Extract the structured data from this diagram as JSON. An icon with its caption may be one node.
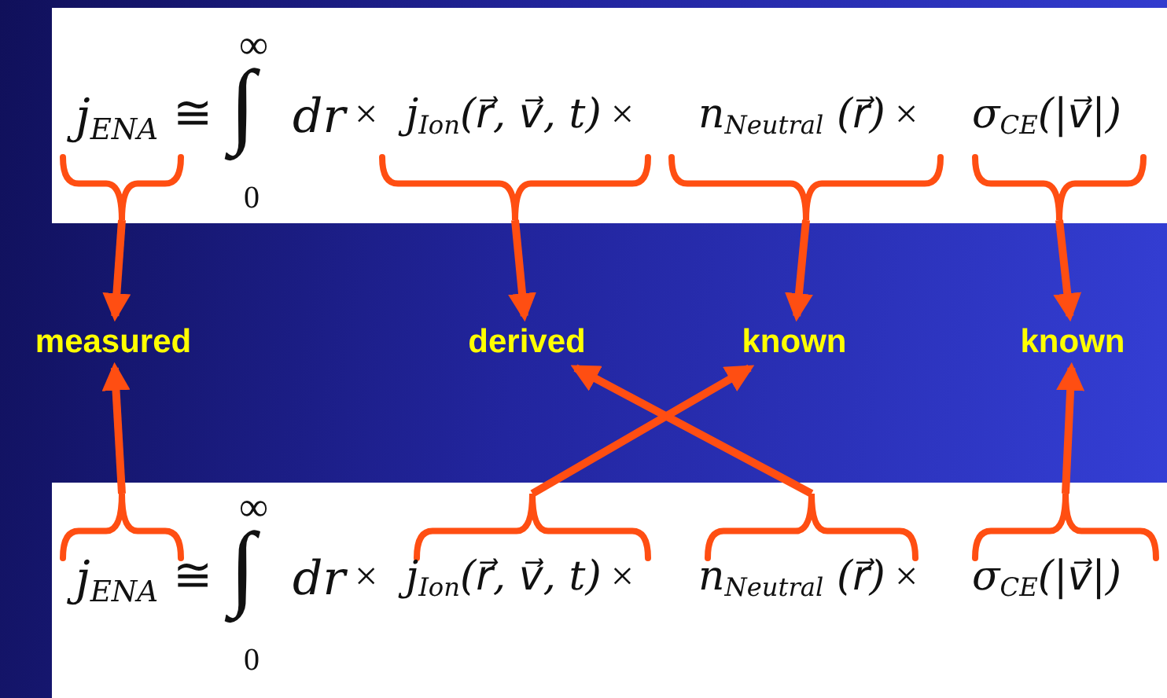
{
  "diagram": {
    "nodes": [
      {
        "text": [],
        "shape": "brace"
      },
      {
        "text": [],
        "shape": "brace"
      },
      {
        "text": [],
        "shape": "brace"
      },
      {
        "text": [],
        "shape": "brace"
      },
      {
        "text": [
          "measured"
        ]
      },
      {
        "text": [
          "derived"
        ]
      },
      {
        "text": [
          "known"
        ]
      },
      {
        "text": [
          "known"
        ]
      },
      {
        "text": [],
        "shape": "brace"
      },
      {
        "text": [],
        "shape": "brace"
      },
      {
        "text": [],
        "shape": "brace"
      },
      {
        "text": [],
        "shape": "brace"
      }
    ],
    "edges": [
      {
        "from": 0,
        "to": 4,
        "arrow": "to"
      },
      {
        "from": 1,
        "to": 5,
        "arrow": "to"
      },
      {
        "from": 2,
        "to": 6,
        "arrow": "to"
      },
      {
        "from": 3,
        "to": 7,
        "arrow": "to"
      },
      {
        "from": 8,
        "to": 4,
        "arrow": "to"
      },
      {
        "from": 9,
        "to": 6,
        "arrow": "to"
      },
      {
        "from": 10,
        "to": 5,
        "arrow": "to"
      },
      {
        "from": 11,
        "to": 7,
        "arrow": "to"
      }
    ],
    "labels": [
      "j$_{ENA}$",
      "≅",
      "∞",
      "∫",
      "0",
      "dr",
      "×",
      "j$_{Ion}$(r⃗, v⃗, t)",
      "×",
      "n$_{Neutral}$ (r⃗)",
      "×",
      "σ$_{CE}$(|v⃗|)",
      "j$_{ENA}$",
      "≅",
      "∞",
      "∫",
      "0",
      "dr",
      "×",
      "j$_{Ion}$(r⃗, v⃗, t)",
      "×",
      "n$_{Neutral}$ (r⃗)",
      "×",
      "σ$_{CE}$(|v⃗|)"
    ]
  }
}
